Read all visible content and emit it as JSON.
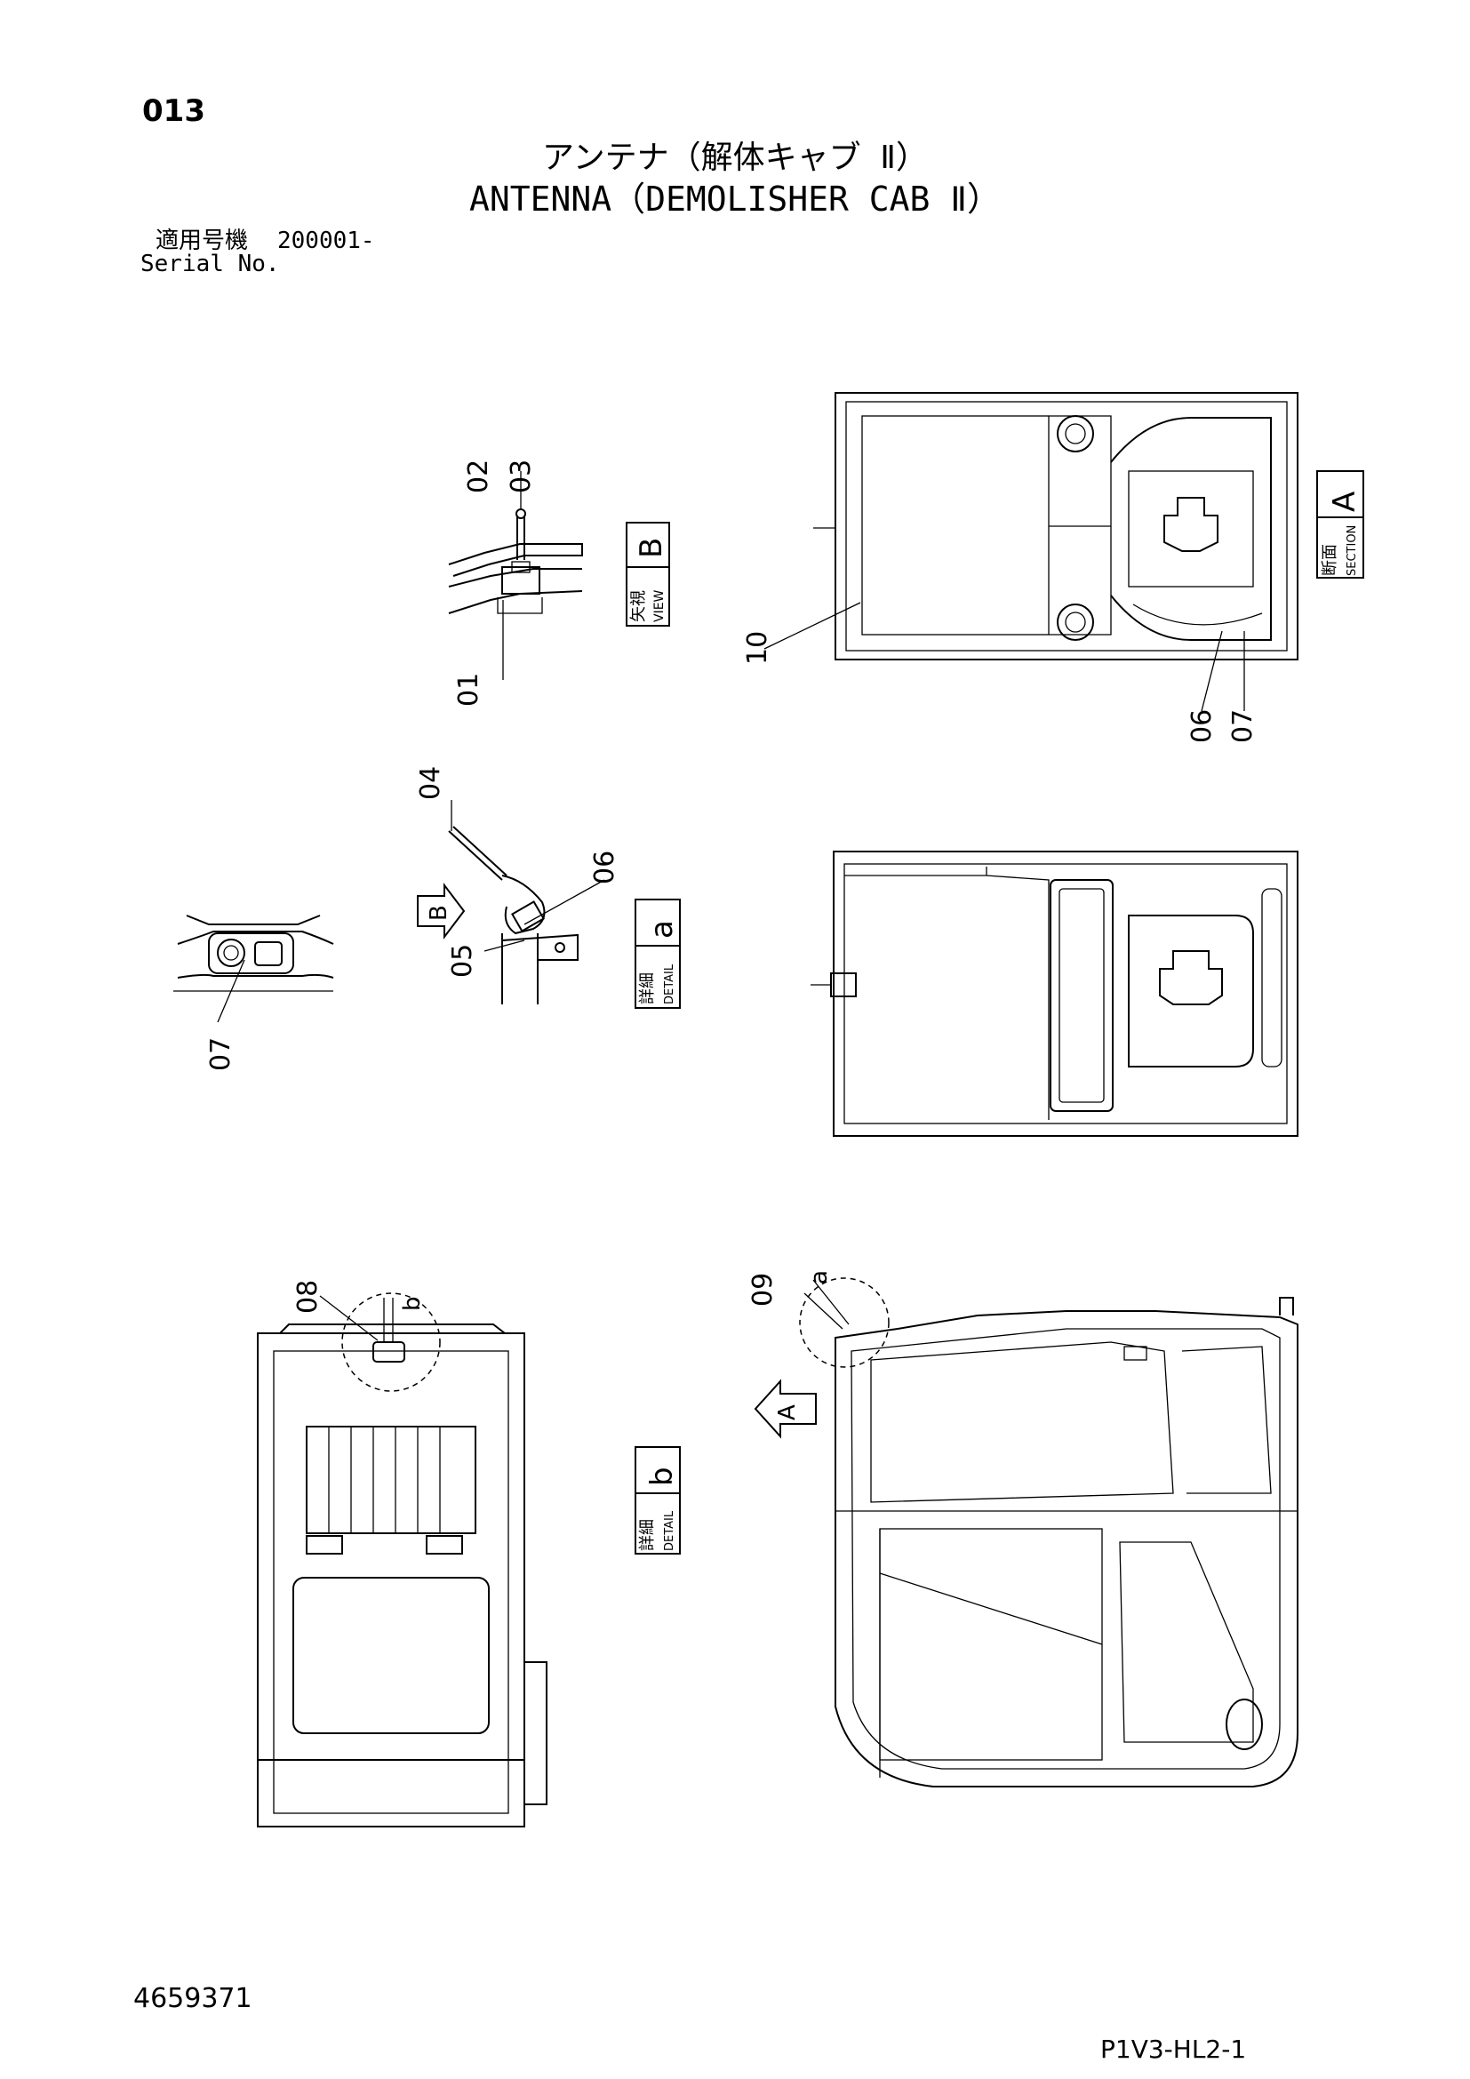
{
  "header": {
    "page_no": "013",
    "title_jp": "アンテナ（解体キャブ Ⅱ）",
    "title_en": "ANTENNA（DEMOLISHER CAB Ⅱ）",
    "serial_label_jp": "適用号機",
    "serial_value": "200001-",
    "serial_label_en": "Serial No."
  },
  "callouts": [
    "01",
    "02",
    "03",
    "04",
    "05",
    "06",
    "07",
    "08",
    "09",
    "10",
    "06",
    "07",
    "07"
  ],
  "views": {
    "view_b": {
      "jp": "矢視",
      "en": "VIEW",
      "letter": "B"
    },
    "section_a": {
      "jp": "断面",
      "en": "SECTION",
      "letter": "A"
    },
    "detail_a": {
      "jp": "詳細",
      "en": "DETAIL",
      "letter": "a"
    },
    "detail_b": {
      "jp": "詳細",
      "en": "DETAIL",
      "letter": "b"
    }
  },
  "markers": {
    "arrow_b": "B",
    "arrow_a": "A",
    "circle_a": "a",
    "circle_b": "b"
  },
  "footer": {
    "doc_no": "4659371",
    "page_code": "P1V3-HL2-1"
  }
}
